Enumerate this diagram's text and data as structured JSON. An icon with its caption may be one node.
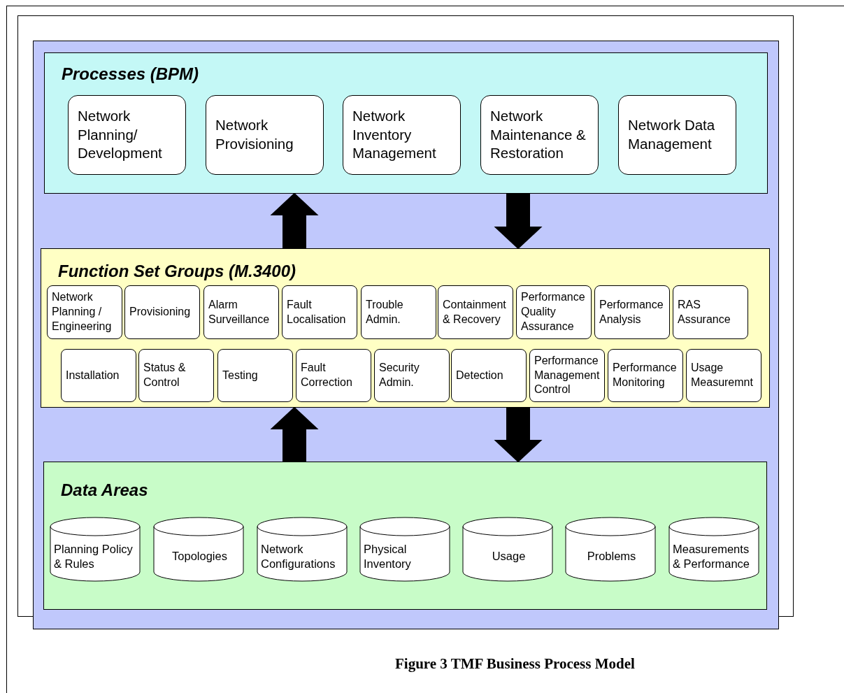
{
  "diagram": {
    "caption": "Figure 3 TMF Business Process Model",
    "nodes": [
      {
        "text": [
          "Processes (BPM)"
        ]
      },
      {
        "text": [
          "Network Planning/ Development"
        ],
        "in": 0
      },
      {
        "text": [
          "Network Provisioning"
        ],
        "in": 0
      },
      {
        "text": [
          "Network Inventory Management"
        ],
        "in": 0
      },
      {
        "text": [
          "Network Maintenance & Restoration"
        ],
        "in": 0
      },
      {
        "text": [
          "Network Data Management"
        ],
        "in": 0
      },
      {
        "text": [
          "Function Set Groups (M.3400)"
        ]
      },
      {
        "text": [
          "Network Planning / Engineering"
        ],
        "in": 6
      },
      {
        "text": [
          "Provisioning"
        ],
        "in": 6
      },
      {
        "text": [
          "Alarm Surveillance"
        ],
        "in": 6
      },
      {
        "text": [
          "Fault Localisation"
        ],
        "in": 6
      },
      {
        "text": [
          "Trouble Admin."
        ],
        "in": 6
      },
      {
        "text": [
          "Containment & Recovery"
        ],
        "in": 6
      },
      {
        "text": [
          "Performance Quality Assurance"
        ],
        "in": 6
      },
      {
        "text": [
          "Performance Analysis"
        ],
        "in": 6
      },
      {
        "text": [
          "RAS Assurance"
        ],
        "in": 6
      },
      {
        "text": [
          "Installation"
        ],
        "in": 6
      },
      {
        "text": [
          "Status & Control"
        ],
        "in": 6
      },
      {
        "text": [
          "Testing"
        ],
        "in": 6
      },
      {
        "text": [
          "Fault Correction"
        ],
        "in": 6
      },
      {
        "text": [
          "Security Admin."
        ],
        "in": 6
      },
      {
        "text": [
          "Detection"
        ],
        "in": 6
      },
      {
        "text": [
          "Performance Management Control"
        ],
        "in": 6
      },
      {
        "text": [
          "Performance Monitoring"
        ],
        "in": 6
      },
      {
        "text": [
          "Usage Measuremnt"
        ],
        "in": 6
      },
      {
        "text": [
          "Data Areas"
        ]
      },
      {
        "text": [
          "Planning Policy & Rules"
        ],
        "in": 25
      },
      {
        "text": [
          "Topologies"
        ],
        "in": 25
      },
      {
        "text": [
          "Network Configurations"
        ],
        "in": 25
      },
      {
        "text": [
          "Physical Inventory"
        ],
        "in": 25
      },
      {
        "text": [
          "Usage"
        ],
        "in": 25
      },
      {
        "text": [
          "Problems"
        ],
        "in": 25
      },
      {
        "text": [
          "Measurements & Performance"
        ],
        "in": 25
      }
    ],
    "edges": [
      {
        "from": 6,
        "to": 0,
        "arrow": "to",
        "style": "thick"
      },
      {
        "from": 0,
        "to": 6,
        "arrow": "to",
        "style": "thick"
      },
      {
        "from": 25,
        "to": 6,
        "arrow": "to",
        "style": "thick"
      },
      {
        "from": 6,
        "to": 25,
        "arrow": "to",
        "style": "thick"
      }
    ]
  }
}
